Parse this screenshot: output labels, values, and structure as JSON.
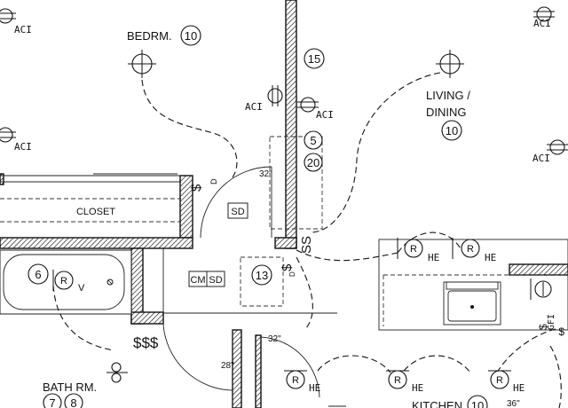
{
  "rooms": {
    "bedroom": {
      "label": "BEDRM.",
      "ref": "10"
    },
    "living": {
      "label_line1": "LIVING /",
      "label_line2": "DINING",
      "ref": "10"
    },
    "closet": {
      "label": "CLOSET"
    },
    "bath": {
      "label": "BATH RM.",
      "ref_a": "7",
      "ref_b": "8"
    },
    "kitchen": {
      "label": "KITCHEN",
      "ref": "10"
    }
  },
  "tags": {
    "t15": "15",
    "t5": "5",
    "t20": "20",
    "t13": "13",
    "t6": "6"
  },
  "devices": {
    "aci": "ACI",
    "receptacle": "R",
    "he": "HE",
    "v": "V",
    "switch": "S",
    "switch_triple": "$$$",
    "switch_single": "$",
    "sd": "SD",
    "cm": "CM",
    "gfi": "GFI",
    "d": "D",
    "ss": "SS"
  },
  "dims": {
    "d32a": "32\"",
    "d32b": "32\"",
    "d28": "28\"",
    "d36": "36\""
  }
}
